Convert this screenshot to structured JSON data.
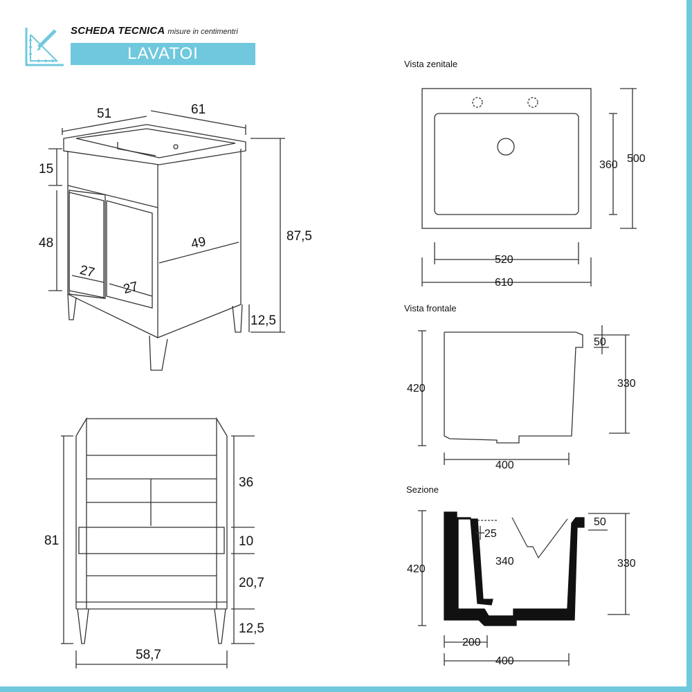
{
  "header": {
    "title": "SCHEDA TECNICA",
    "note": "misure in centimentri",
    "banner": "LAVATOI"
  },
  "icons": {
    "header": "ruler-pencil-icon"
  },
  "colors": {
    "accent": "#6fc8dd",
    "line": "#333333",
    "text": "#111111"
  },
  "cabinet_perspective": {
    "width": "51",
    "depth": "61",
    "top_height": "15",
    "door_height": "48",
    "side_depth": "49",
    "door_left_width": "27",
    "door_right_width": "27",
    "total_height": "87,5",
    "leg_height": "12,5"
  },
  "cabinet_front": {
    "total_height": "81",
    "upper_section": "36",
    "drawer_height": "10",
    "lower_section": "20,7",
    "leg_height": "12,5",
    "width": "58,7"
  },
  "top_view": {
    "title": "Vista zenitale",
    "inner_width": "520",
    "outer_width": "610",
    "inner_depth": "360",
    "outer_depth": "500"
  },
  "front_view": {
    "title": "Vista frontale",
    "height": "420",
    "rim": "50",
    "inner_height": "330",
    "width": "400"
  },
  "section_view": {
    "title": "Sezione",
    "height": "420",
    "wall": "25",
    "depth": "340",
    "rim": "50",
    "inner_height": "330",
    "drain_offset": "200",
    "width": "400"
  }
}
